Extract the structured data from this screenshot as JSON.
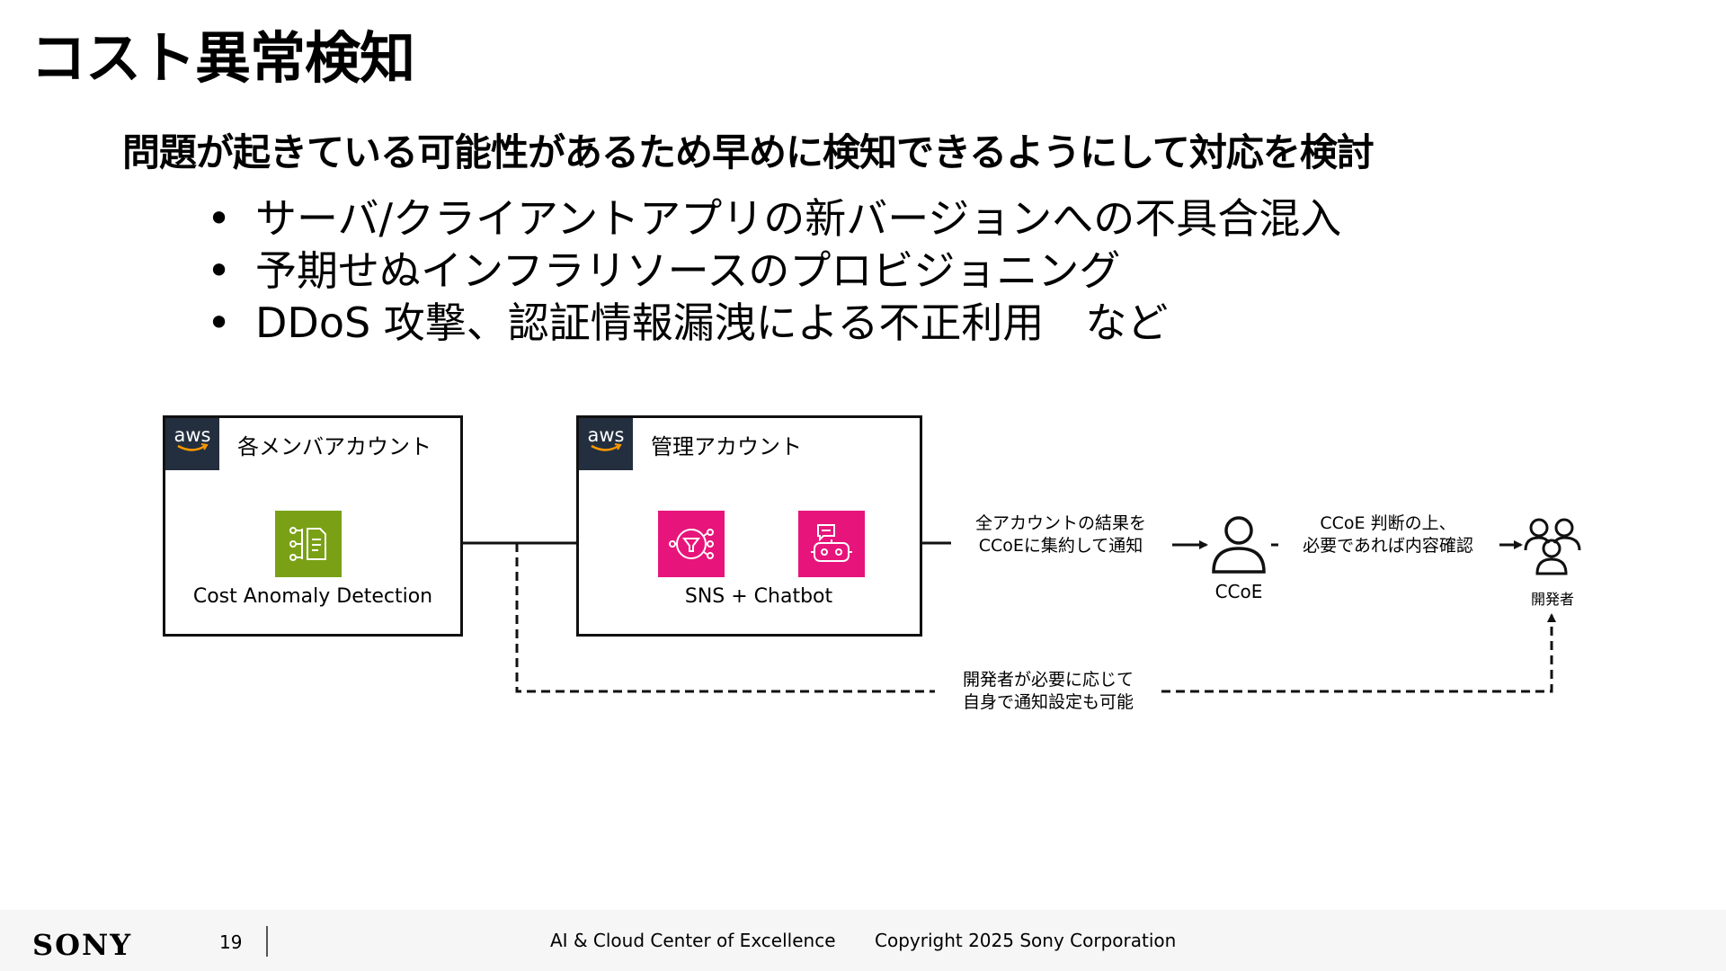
{
  "slide": {
    "title": "コスト異常検知",
    "subtitle": "問題が起きている可能性があるため早めに検知できるようにして対応を検討",
    "bullets": [
      {
        "marker": "•",
        "text": "サーバ/クライアントアプリの新バージョンへの不具合混入"
      },
      {
        "marker": "•",
        "text": "予期せぬインフラリソースのプロビジョニング"
      },
      {
        "marker": "•",
        "text": "DDoS 攻撃、認証情報漏洩による不正利用　など"
      }
    ]
  },
  "diagram": {
    "member_account": {
      "badge": "aws",
      "label": "各メンバアカウント",
      "service_label": "Cost Anomaly Detection"
    },
    "management_account": {
      "badge": "aws",
      "label": "管理アカウント",
      "service_label": "SNS + Chatbot"
    },
    "note_aggregate": {
      "line1": "全アカウントの結果を",
      "line2": "CCoEに集約して通知"
    },
    "ccoe": {
      "label": "CCoE"
    },
    "note_judge": {
      "line1": "CCoE 判断の上、",
      "line2": "必要であれば内容確認"
    },
    "developers": {
      "label": "開発者"
    },
    "note_self": {
      "line1": "開発者が必要に応じて",
      "line2": "自身で通知設定も可能"
    },
    "colors": {
      "aws_badge": "#232f3e",
      "cost_anomaly_icon": "#7aa116",
      "sns_chatbot_icon": "#e7157b",
      "box_border": "#111111"
    },
    "icons": [
      "aws-logo",
      "cost-anomaly-detection-icon",
      "sns-icon",
      "chatbot-icon",
      "person-icon",
      "group-icon"
    ]
  },
  "footer": {
    "logo": "SONY",
    "page": "19",
    "center": "AI & Cloud Center of Excellence",
    "copyright": "Copyright 2025 Sony Corporation"
  }
}
